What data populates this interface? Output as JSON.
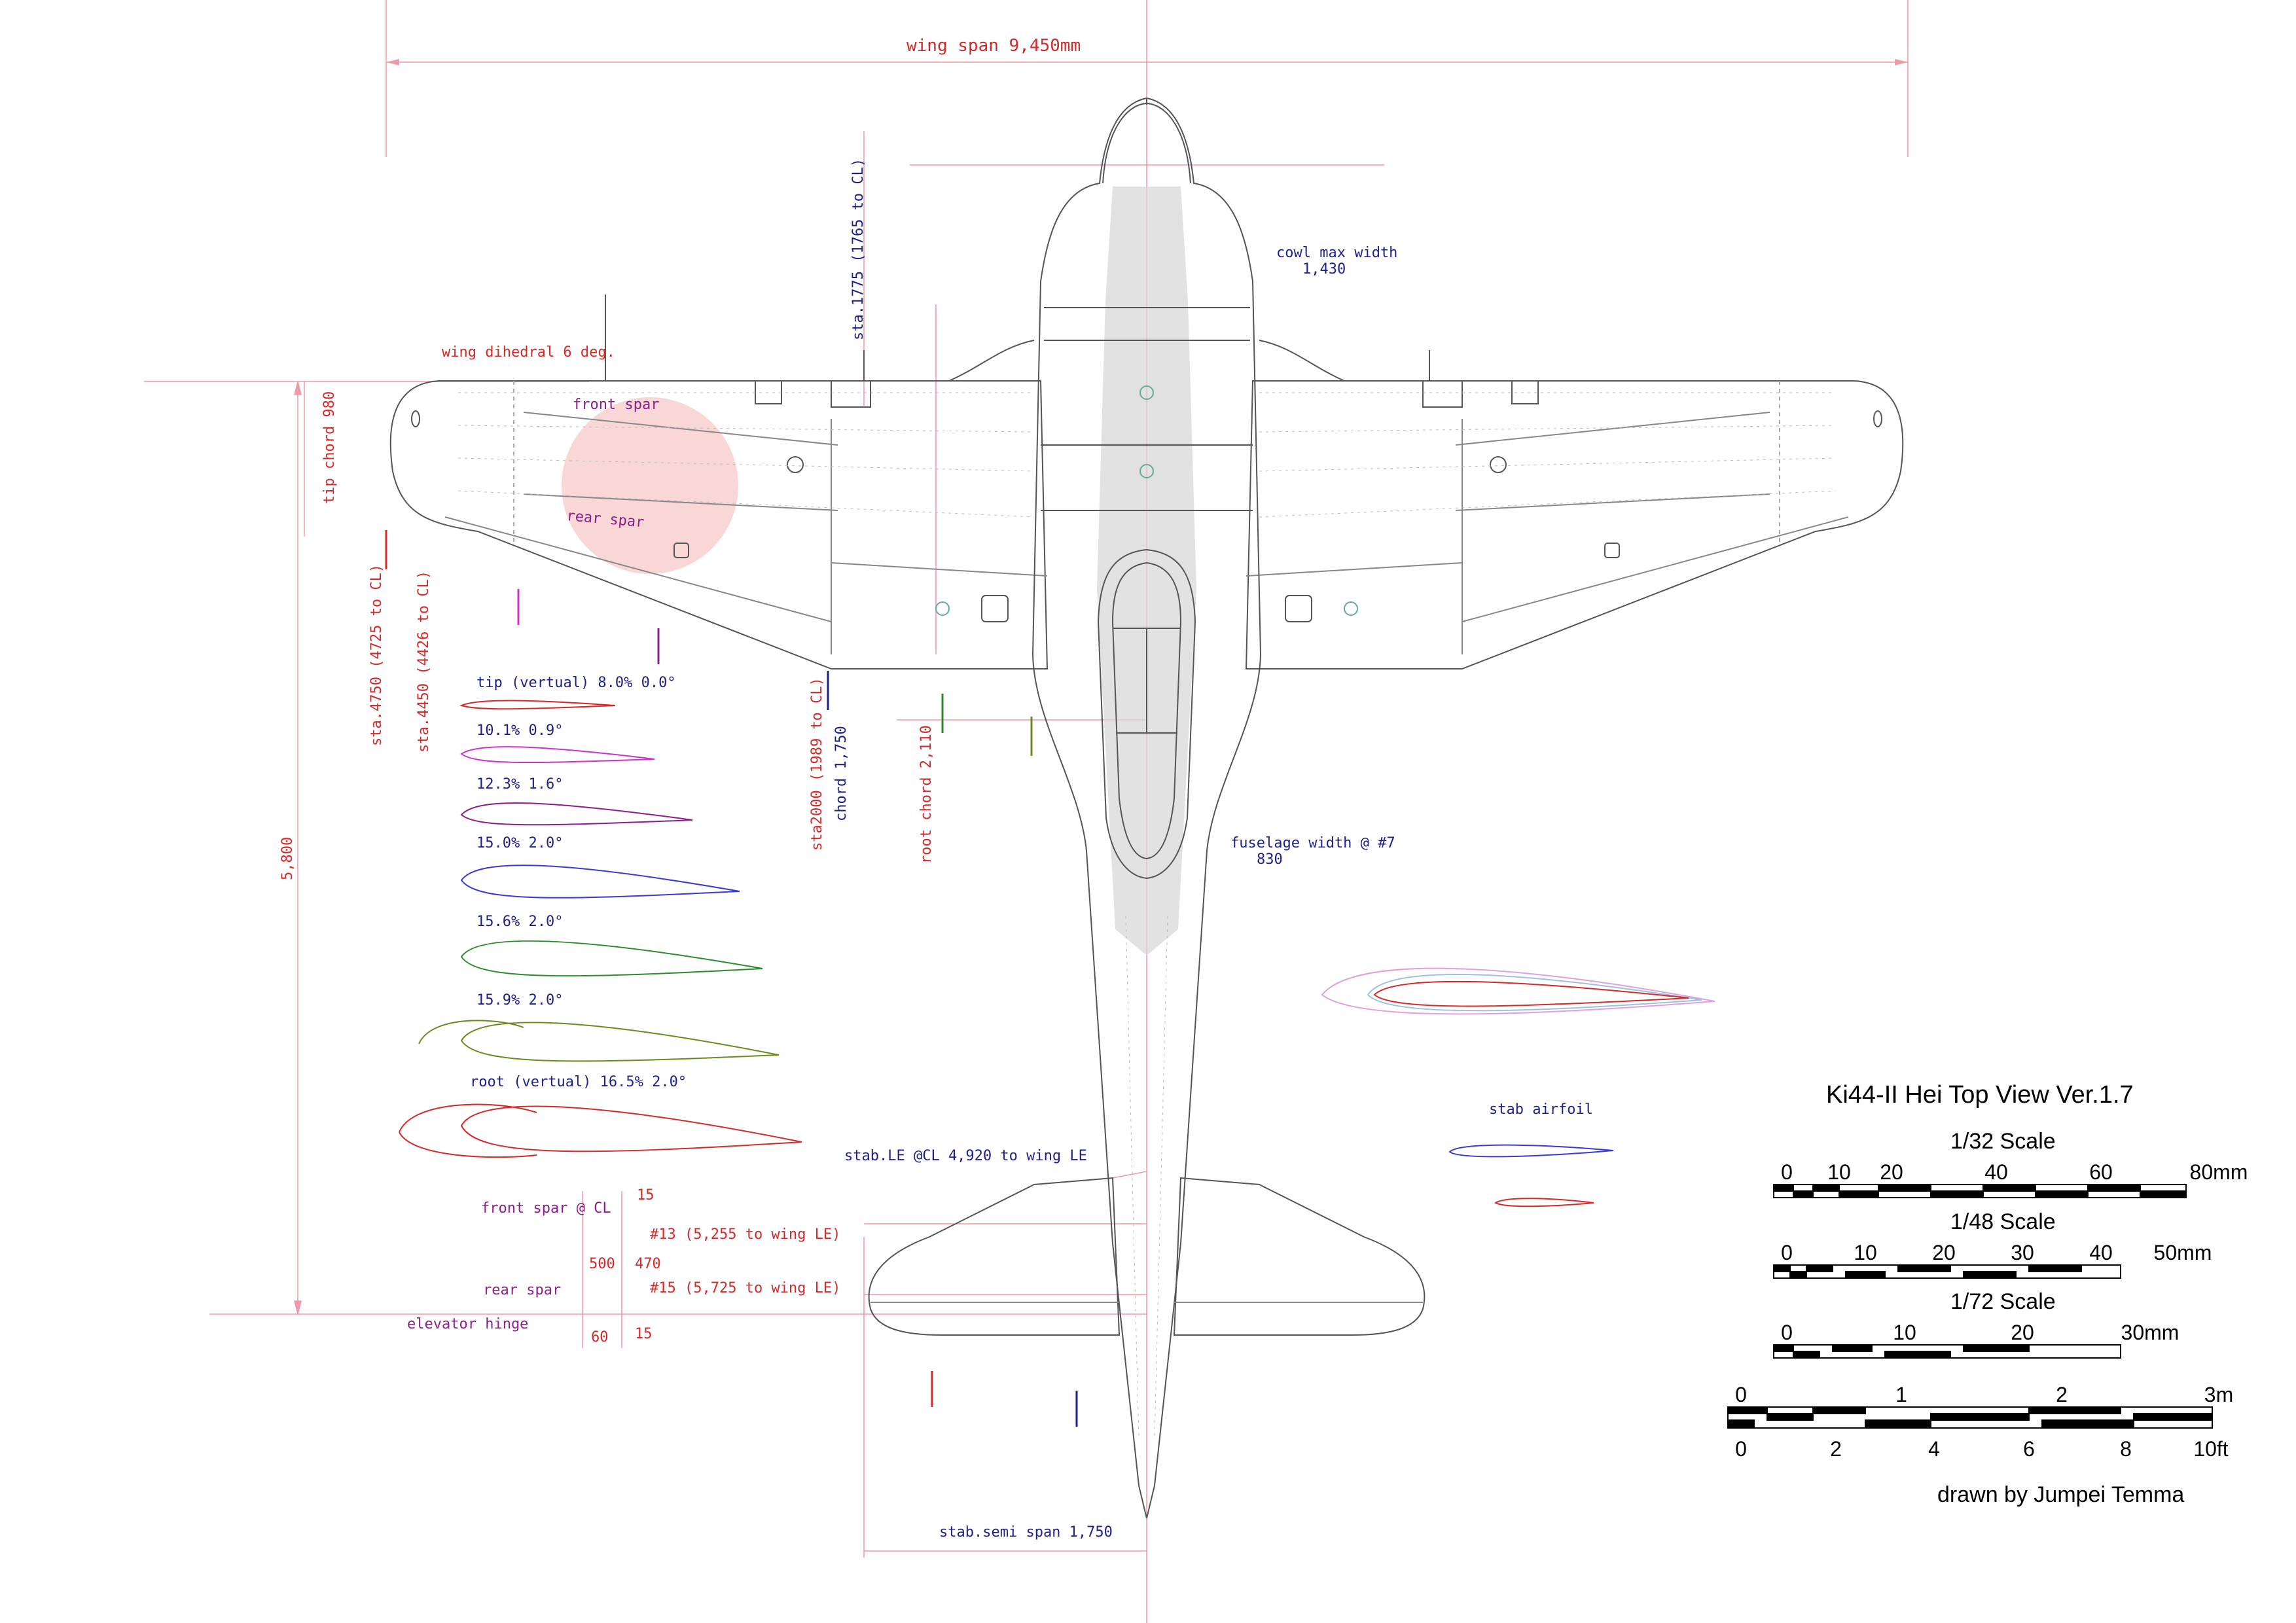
{
  "colors": {
    "red": "#d42a2a",
    "navy": "#1f1f8a",
    "purple": "#8a1f8a",
    "magenta": "#cc33cc",
    "green": "#2f8a2f",
    "olive": "#6a8a1f",
    "line": "#555555",
    "dim": "#ee9aa8",
    "roundel": "#f6c2c2",
    "shade": "#d8d8d8"
  },
  "title": "Ki44-II Hei Top View Ver.1.7",
  "credit": "drawn by  Jumpei Temma",
  "dimensions": {
    "wing_span": "wing span 9,450mm",
    "cowl_max_width_label": "cowl max width",
    "cowl_max_width_value": "1,430",
    "wing_dihedral": "wing dihedral 6 deg.",
    "sta1775": "sta.1775 (1765 to CL)",
    "tip_chord": "tip chord 980",
    "sta4750": "sta.4750 (4725 to CL)",
    "sta4450": "sta.4450 (4426 to CL)",
    "sta2000": "sta2000 (1989 to CL)",
    "chord1750": "chord 1,750",
    "root_chord": "root chord 2,110",
    "fuselage_width_label": "fuselage width @ #7",
    "fuselage_width_value": "830",
    "height_5800": "5,800",
    "stab_le": "stab.LE @CL 4,920 to wing LE",
    "front_spar_cl": "front spar @ CL",
    "rear_spar_lbl": "rear spar",
    "elevator_hinge": "elevator hinge",
    "n15a": "15",
    "n13": "#13 (5,255 to wing LE)",
    "n470": "470",
    "n500": "500",
    "n15_frame": "#15 (5,725 to wing LE)",
    "n60": "60",
    "n15b": "15",
    "stab_semi_span": "stab.semi span 1,750",
    "stab_airfoil": "stab airfoil",
    "front_spar": "front spar",
    "rear_spar": "rear spar"
  },
  "airfoils": [
    {
      "label": "tip (vertual) 8.0% 0.0°"
    },
    {
      "label": "10.1% 0.9°"
    },
    {
      "label": "12.3% 1.6°"
    },
    {
      "label": "15.0% 2.0°"
    },
    {
      "label": "15.6% 2.0°"
    },
    {
      "label": "15.9% 2.0°"
    },
    {
      "label": "root (vertual) 16.5% 2.0°"
    }
  ],
  "scales": {
    "s32": {
      "title": "1/32 Scale",
      "ticks": [
        "0",
        "10",
        "20",
        "40",
        "60",
        "80mm"
      ]
    },
    "s48": {
      "title": "1/48 Scale",
      "ticks": [
        "0",
        "10",
        "20",
        "30",
        "40",
        "50mm"
      ]
    },
    "s72": {
      "title": "1/72 Scale",
      "ticks": [
        "0",
        "10",
        "20",
        "30mm"
      ]
    },
    "metric": {
      "ticks": [
        "0",
        "1",
        "2",
        "3m"
      ]
    },
    "imperial": {
      "ticks": [
        "0",
        "2",
        "4",
        "6",
        "8",
        "10ft"
      ]
    }
  }
}
